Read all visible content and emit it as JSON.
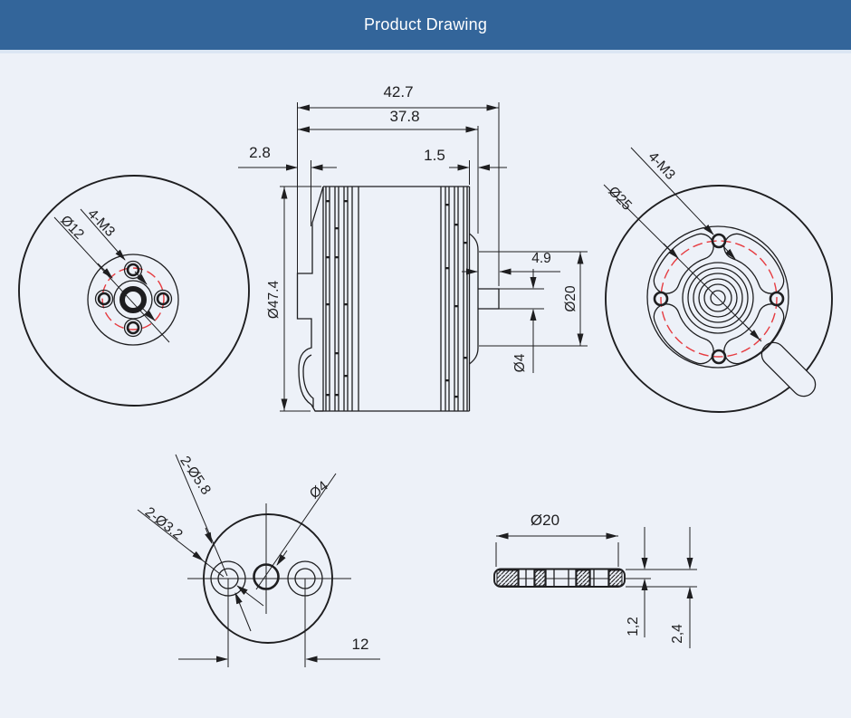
{
  "header": {
    "title": "Product Drawing"
  },
  "palette": {
    "header_bg": "#33659a",
    "background": "#edf1f8",
    "line": "#1e1e20",
    "accent_red": "#e63b40"
  },
  "views": {
    "rear": {
      "labels": {
        "bolt_pattern": "4-M3",
        "bolt_circle": "Ø12"
      }
    },
    "side": {
      "dims": {
        "total_length": "42.7",
        "body_length": "37.8",
        "rear_boss": "2.8",
        "flange_thickness": "1.5",
        "body_diameter": "Ø47.4",
        "shaft_length": "4.9",
        "flange_diameter": "Ø20",
        "shaft_diameter": "Ø4"
      }
    },
    "front": {
      "labels": {
        "bolt_pattern": "4-M3",
        "bolt_circle": "Ø25"
      }
    },
    "adapter_face": {
      "labels": {
        "counterbores": "2-Ø5.8",
        "through_holes": "2-Ø3.2",
        "center_hole": "Ø4",
        "hole_spacing": "12"
      }
    },
    "adapter_section": {
      "labels": {
        "outer_diameter": "Ø20",
        "step_thickness": "1,2",
        "total_thickness": "2,4"
      }
    }
  }
}
